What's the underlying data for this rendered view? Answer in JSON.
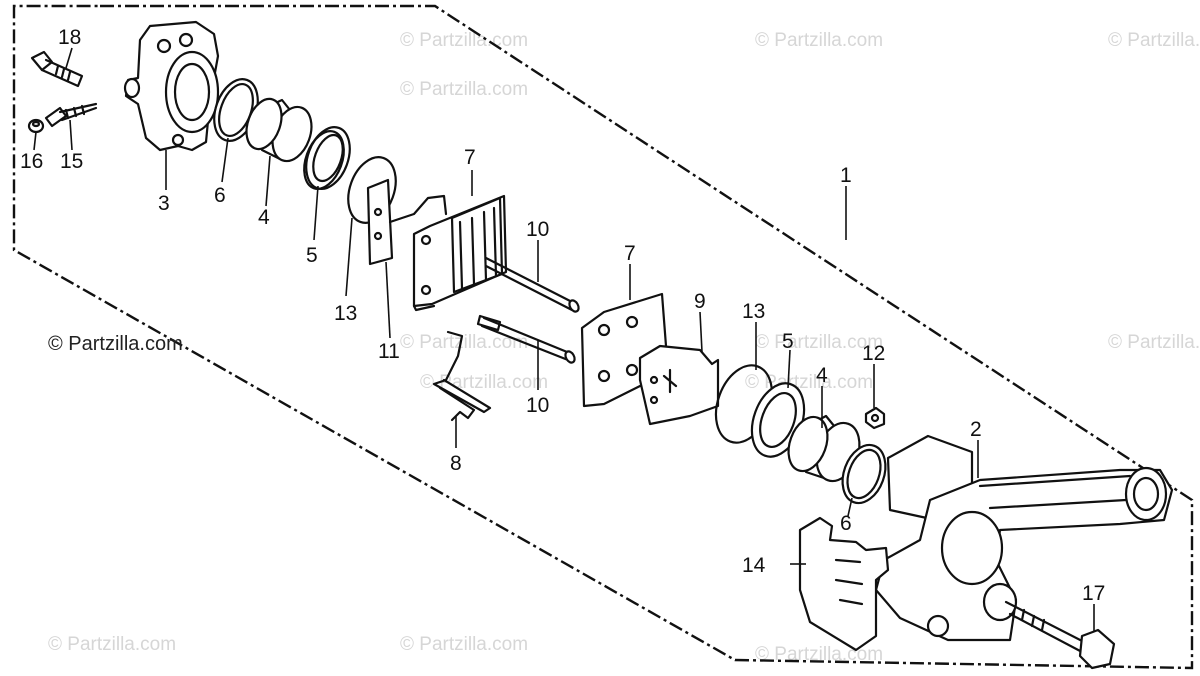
{
  "credit": "© Partzilla.com",
  "watermarks": [
    "© Partzilla.com",
    "© Partzilla.com",
    "© Partzilla.com",
    "© Partzilla.com",
    "© Partzilla.com",
    "© Partzilla.com",
    "© Partzilla.com",
    "© Partzilla.com",
    "© Partzilla.com",
    "© Partzilla.com",
    "© Partzilla.com",
    "© Partzilla.com"
  ],
  "callouts": {
    "c1": "1",
    "c2": "2",
    "c3": "3",
    "c4a": "4",
    "c4b": "4",
    "c5a": "5",
    "c5b": "5",
    "c6a": "6",
    "c6b": "6",
    "c7a": "7",
    "c7b": "7",
    "c8": "8",
    "c9": "9",
    "c10a": "10",
    "c10b": "10",
    "c11": "11",
    "c12": "12",
    "c13a": "13",
    "c13b": "13",
    "c14": "14",
    "c15": "15",
    "c16": "16",
    "c17": "17",
    "c18": "18"
  }
}
